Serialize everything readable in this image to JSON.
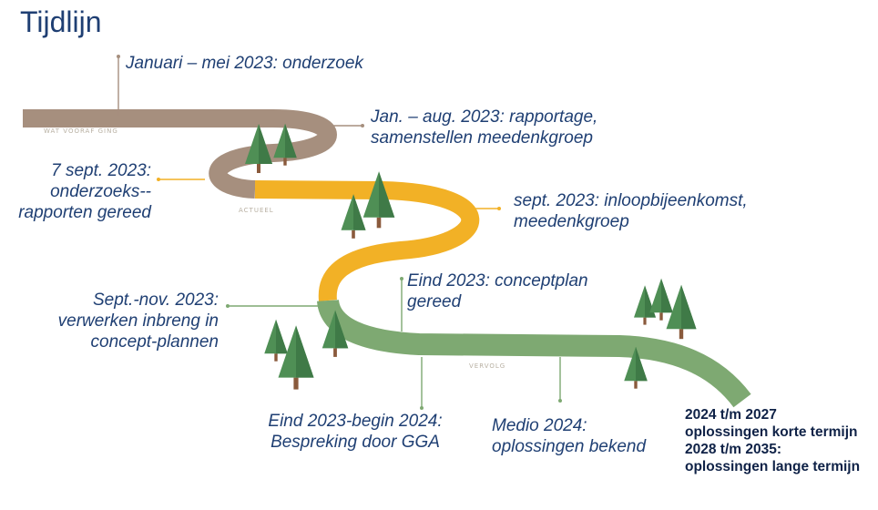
{
  "title": "Tijdlijn",
  "segments": {
    "past": "WAT VOORAF GING",
    "current": "ACTUEEL",
    "future": "VERVOLG"
  },
  "milestones": {
    "m1": [
      "Januari – mei 2023: onderzoek"
    ],
    "m2": [
      "Jan. – aug. 2023: rapportage,",
      "samenstellen meedenkgroep"
    ],
    "m3": [
      "7 sept. 2023:",
      "onderzoeks--",
      "rapporten gereed"
    ],
    "m4": [
      "sept. 2023: inloopbijeenkomst,",
      "meedenkgroep"
    ],
    "m5": [
      "Eind 2023: conceptplan",
      "gereed"
    ],
    "m6": [
      "Sept.-nov. 2023:",
      "verwerken inbreng in",
      "concept-plannen"
    ],
    "m7": [
      "Eind 2023-begin 2024:",
      "Bespreking door GGA"
    ],
    "m8": [
      "Medio 2024:",
      "oplossingen bekend"
    ],
    "m9": [
      "2024 t/m 2027",
      "oplossingen korte termijn",
      "2028 t/m 2035:",
      "oplossingen lange termijn"
    ]
  },
  "colors": {
    "past": "#a68f7e",
    "current": "#f2b126",
    "future": "#7ea972",
    "text": "#1f3f73",
    "tree": "#4f8f55"
  }
}
